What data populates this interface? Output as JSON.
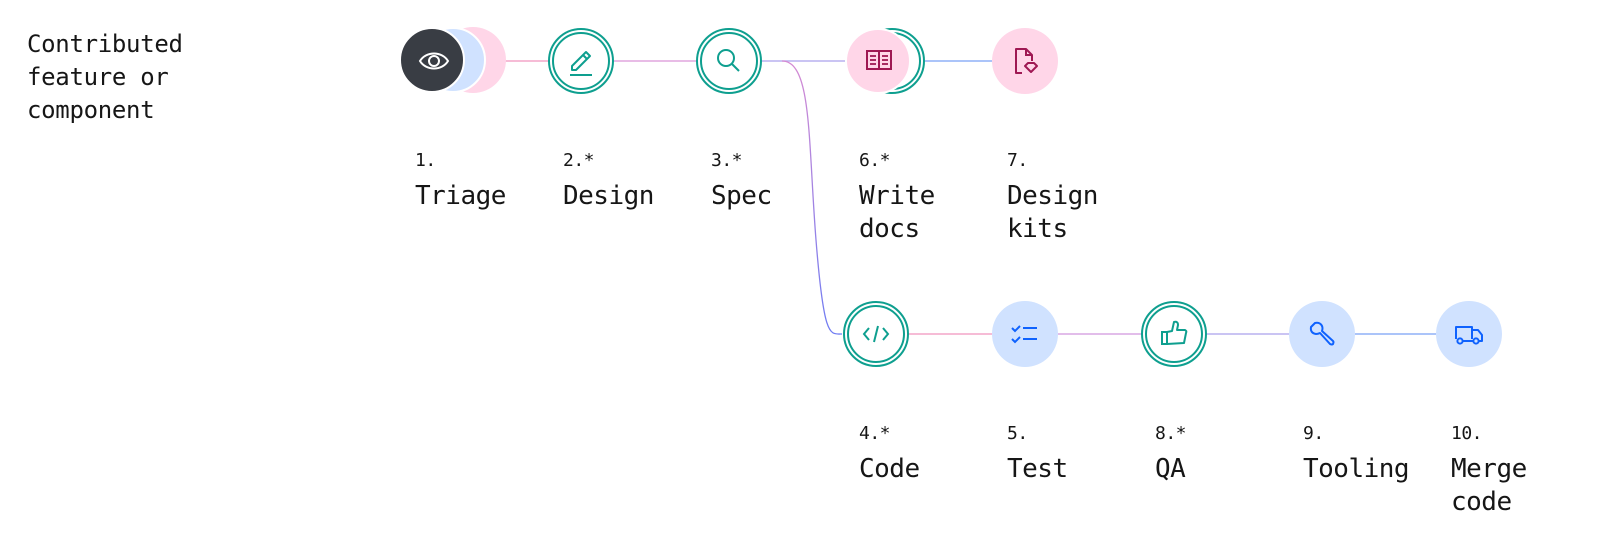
{
  "title": "Contributed\nfeature or\ncomponent",
  "colors": {
    "teal": "#0e9f8f",
    "pink_fill": "#ffd6e8",
    "blue_fill": "#d0e2ff",
    "dark_fill": "#393d44",
    "magenta_icon": "#9f1853",
    "blue_icon": "#0f62fe",
    "line_pink": "#f4a5c8",
    "line_purple": "#c9a7ee",
    "line_blue": "#8fb0f7"
  },
  "steps": [
    {
      "id": 1,
      "num": "1.",
      "name": "Triage",
      "icon": "view-icon",
      "style": "dark-stack"
    },
    {
      "id": 2,
      "num": "2.*",
      "name": "Design",
      "icon": "pencil-icon",
      "style": "teal-ring"
    },
    {
      "id": 3,
      "num": "3.*",
      "name": "Spec",
      "icon": "search-icon",
      "style": "teal-ring"
    },
    {
      "id": 6,
      "num": "6.*",
      "name": "Write\ndocs",
      "icon": "book-icon",
      "style": "pink-ring"
    },
    {
      "id": 7,
      "num": "7.",
      "name": "Design\nkits",
      "icon": "document-sketch-icon",
      "style": "pink"
    },
    {
      "id": 4,
      "num": "4.*",
      "name": "Code",
      "icon": "code-icon",
      "style": "teal-ring"
    },
    {
      "id": 5,
      "num": "5.",
      "name": "Test",
      "icon": "checklist-icon",
      "style": "blue"
    },
    {
      "id": 8,
      "num": "8.*",
      "name": "QA",
      "icon": "thumbs-up-icon",
      "style": "teal-ring"
    },
    {
      "id": 9,
      "num": "9.",
      "name": "Tooling",
      "icon": "wrench-icon",
      "style": "blue"
    },
    {
      "id": 10,
      "num": "10.",
      "name": "Merge\ncode",
      "icon": "delivery-truck-icon",
      "style": "blue"
    }
  ]
}
